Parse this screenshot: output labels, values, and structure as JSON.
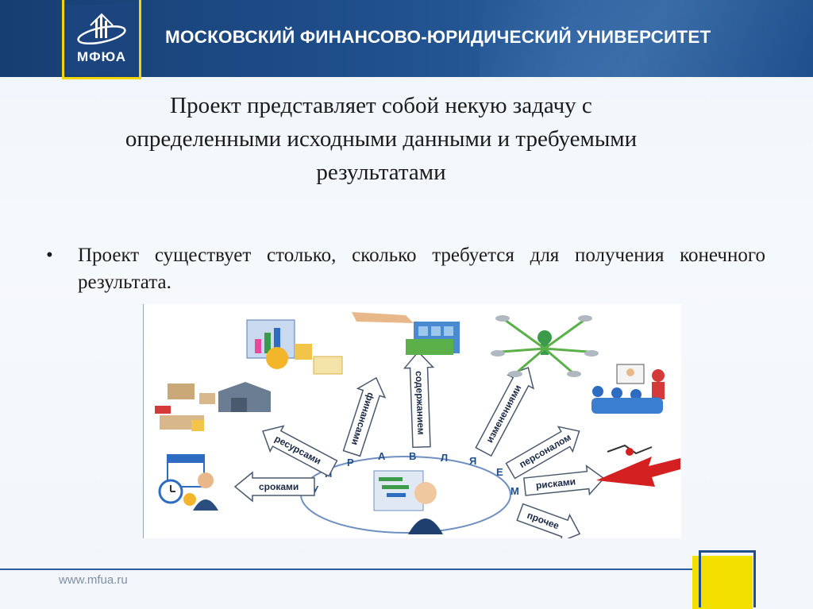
{
  "header": {
    "logo_text": "МФЮА",
    "university_name": "МОСКОВСКИЙ ФИНАНСОВО-ЮРИДИЧЕСКИЙ УНИВЕРСИТЕТ"
  },
  "slide": {
    "title_line1": "Проект представляет собой некую задачу с",
    "title_line2": "определенными исходными данными и требуемыми",
    "title_line3": "результатами",
    "bullet_symbol": "•",
    "bullet_text": "Проект существует столько, сколько требуется для получения конечного результата."
  },
  "diagram": {
    "arrows": {
      "resources": "ресурсами",
      "finances": "финансами",
      "content": "содержанием",
      "changes": "изменениями",
      "personnel": "персоналом",
      "deadlines": "сроками",
      "risks": "рисками",
      "other": "прочее"
    },
    "arc_letters": [
      "У",
      "П",
      "Р",
      "А",
      "В",
      "Л",
      "Я",
      "Е",
      "М"
    ]
  },
  "footer": {
    "url": "www.mfua.ru"
  },
  "colors": {
    "header_blue": "#1f4f8c",
    "accent_yellow": "#f4d600"
  }
}
